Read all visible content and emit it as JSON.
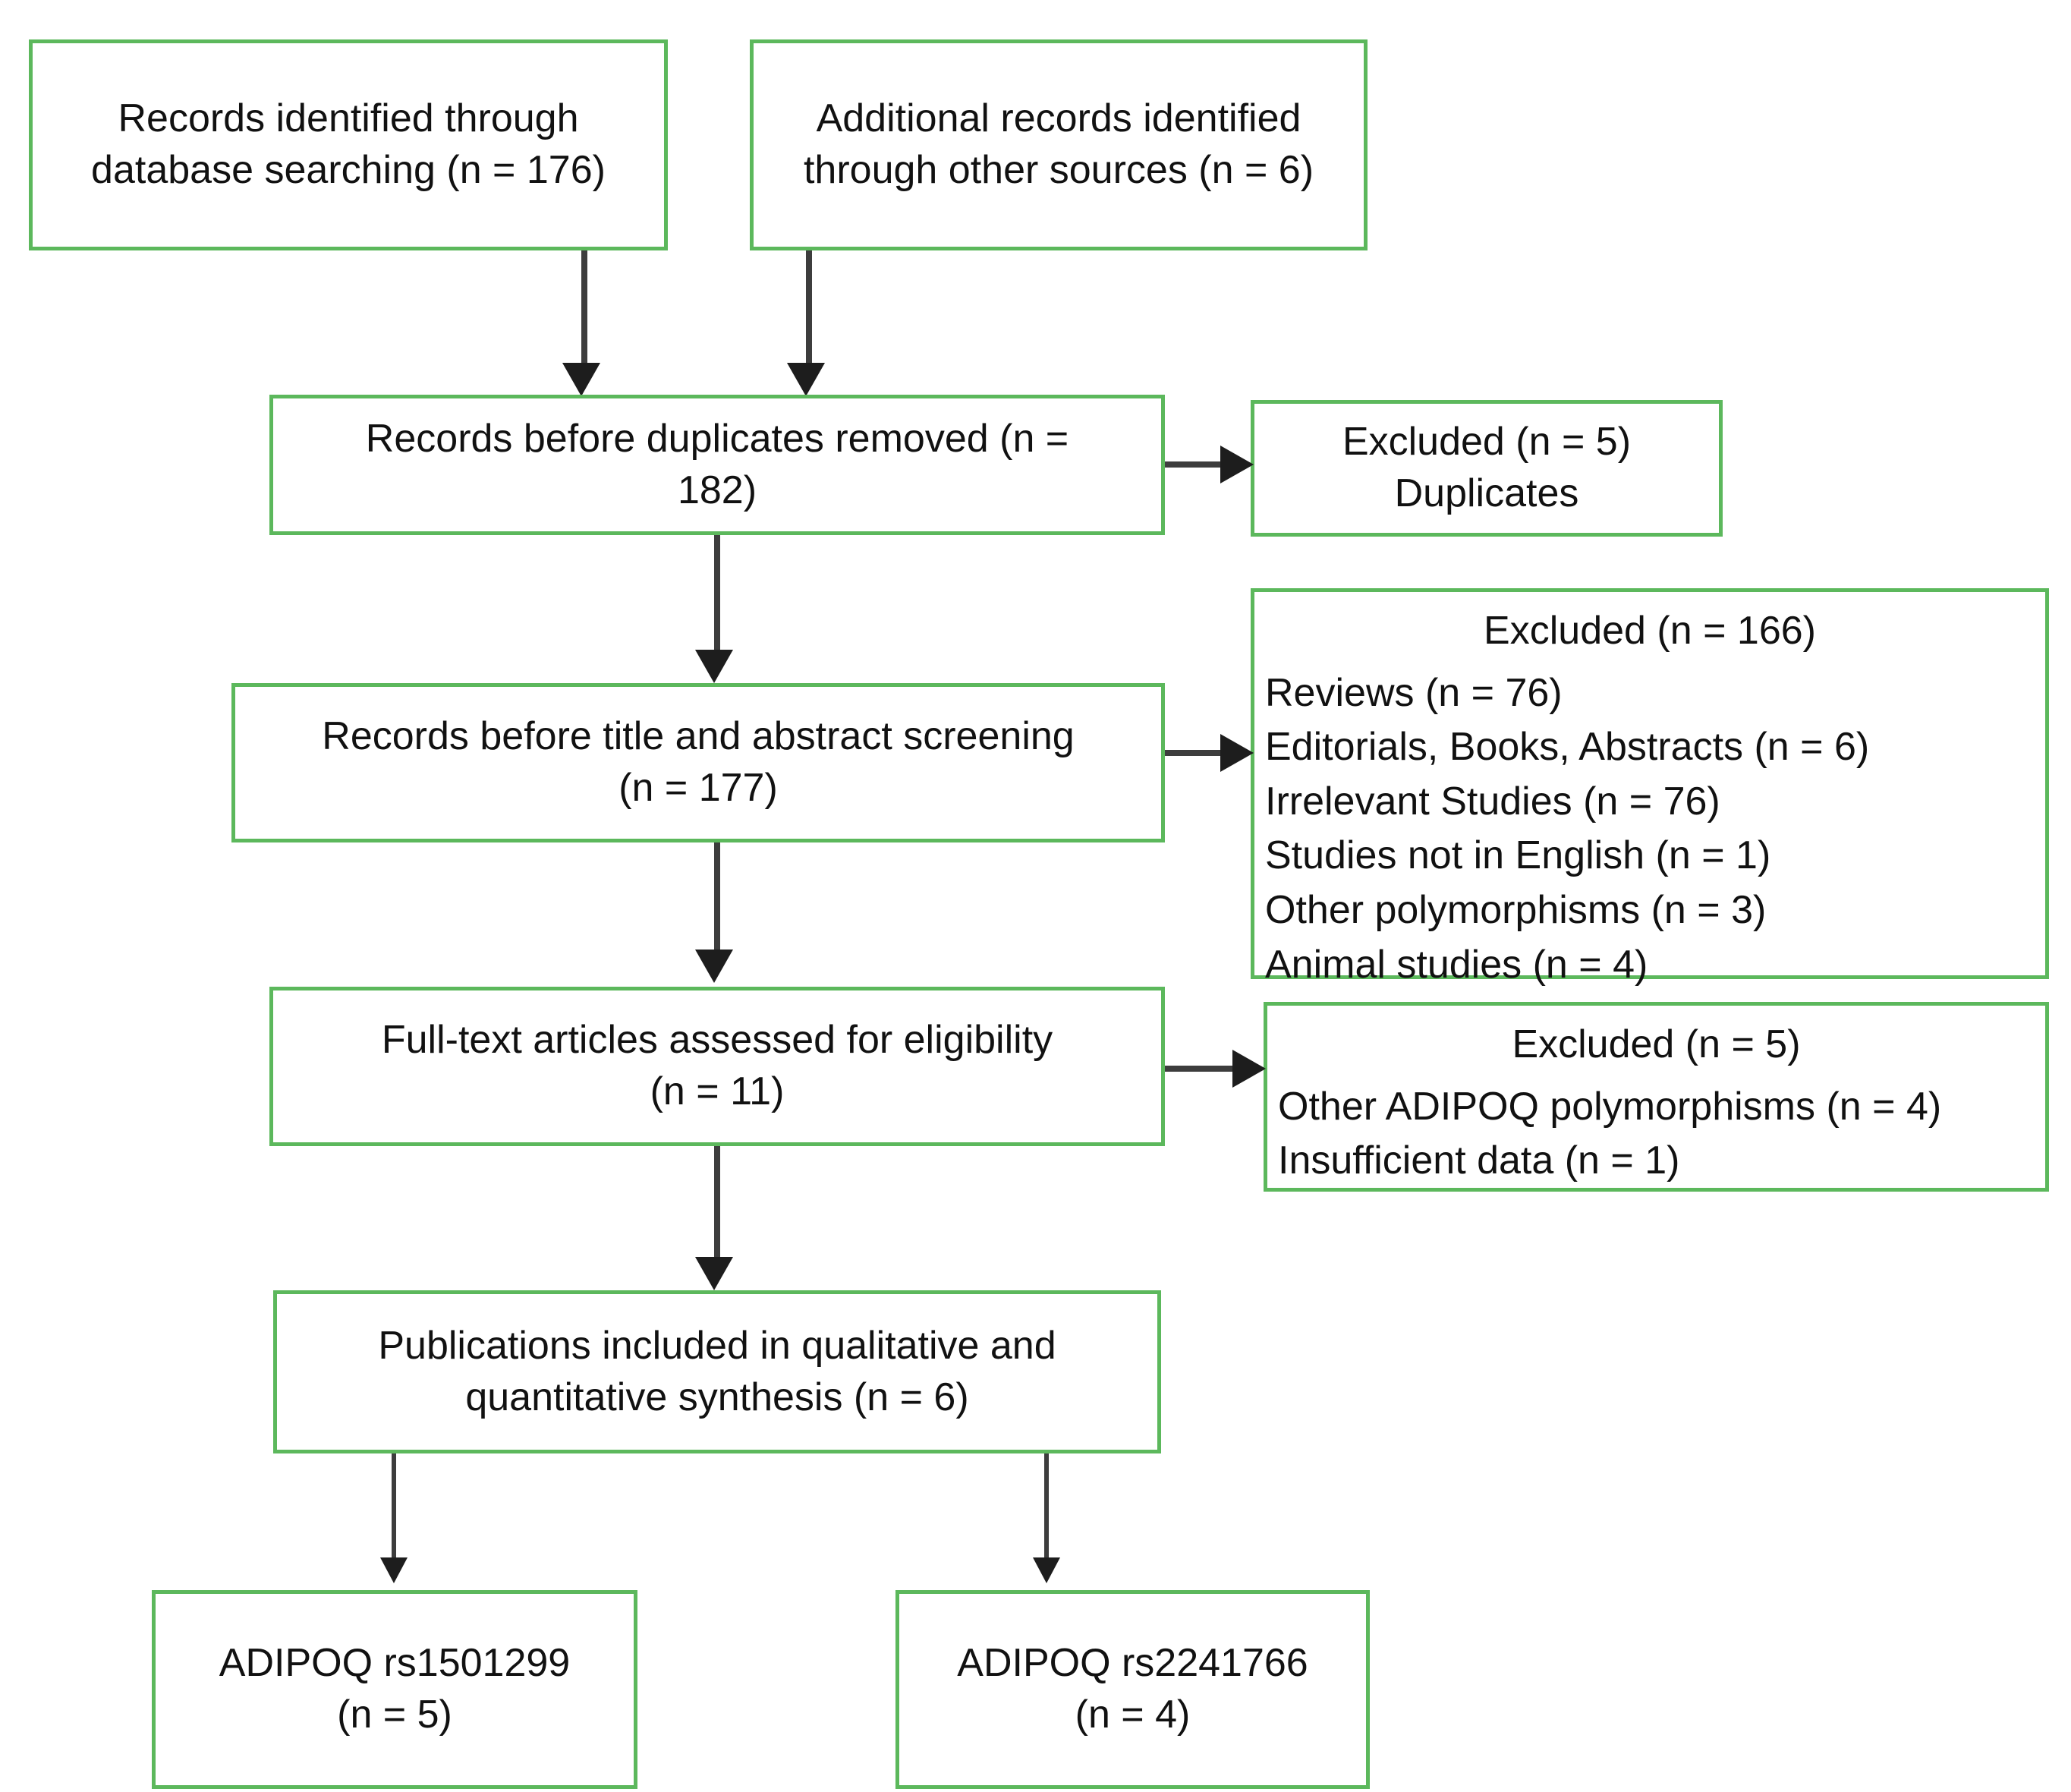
{
  "diagram": {
    "type": "prisma-flow-diagram",
    "accent_color": "#5cb85c",
    "connector_color": "#3d3d3d",
    "background_color": "#ffffff",
    "text_color": "#111111"
  },
  "boxes": {
    "identified_database": {
      "line1": "Records identified through",
      "line2": "database searching (n = 176)",
      "n": 176
    },
    "identified_other": {
      "line1": "Additional records identified",
      "line2": "through other sources (n = 6)",
      "n": 6
    },
    "before_duplicates": {
      "line1": "Records before duplicates removed (n =",
      "line2": "182)",
      "n": 182
    },
    "excluded_duplicates": {
      "line1": "Excluded (n = 5)",
      "line2": "Duplicates",
      "n": 5
    },
    "before_screening": {
      "line1": "Records before title and abstract screening",
      "line2": "(n = 177)",
      "n": 177
    },
    "excluded_screening": {
      "header": "Excluded (n = 166)",
      "n": 166,
      "reasons": [
        {
          "label": "Reviews (n = 76)",
          "count": 76
        },
        {
          "label": "Editorials, Books, Abstracts (n = 6)",
          "count": 6
        },
        {
          "label": "Irrelevant Studies (n = 76)",
          "count": 76
        },
        {
          "label": "Studies not in English (n = 1)",
          "count": 1
        },
        {
          "label": "Other polymorphisms (n = 3)",
          "count": 3
        },
        {
          "label": "Animal studies (n = 4)",
          "count": 4
        }
      ]
    },
    "fulltext_assessed": {
      "line1": "Full-text articles assessed for eligibility",
      "line2": "(n = 11)",
      "n": 11
    },
    "excluded_fulltext": {
      "header": "Excluded (n = 5)",
      "n": 5,
      "reasons": [
        {
          "label": "Other ADIPOQ polymorphisms (n = 4)",
          "count": 4
        },
        {
          "label": "Insufficient data (n = 1)",
          "count": 1
        }
      ]
    },
    "included_synthesis": {
      "line1": "Publications included in qualitative and",
      "line2": "quantitative synthesis (n = 6)",
      "n": 6
    },
    "outcome_left": {
      "line1": "ADIPOQ rs1501299",
      "line2": "(n = 5)",
      "n": 5
    },
    "outcome_right": {
      "line1": "ADIPOQ rs2241766",
      "line2": "(n = 4)",
      "n": 4
    }
  }
}
